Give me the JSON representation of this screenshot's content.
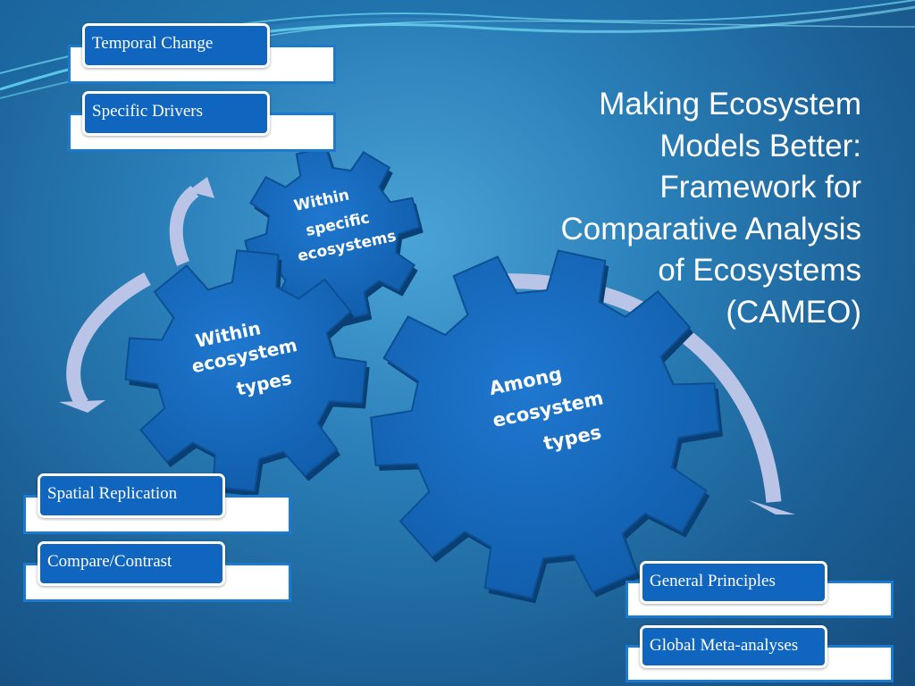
{
  "title": "Making Ecosystem\nModels Better:\nFramework for\nComparative Analysis\nof  Ecosystems\n(CAMEO)",
  "gears": {
    "top": [
      "Within",
      "specific",
      "ecosystems"
    ],
    "left": [
      "Within",
      "ecosystem",
      "types"
    ],
    "big": [
      "Among",
      "ecosystem",
      "types"
    ]
  },
  "boxes": {
    "temporal_change": "Temporal Change",
    "specific_drivers": "Specific Drivers",
    "spatial_replication": "Spatial Replication",
    "compare_contrast": "Compare/Contrast",
    "general_principles": "General Principles",
    "global_meta_analyses": "Global Meta-analyses"
  },
  "colors": {
    "background": "#2a7fb8",
    "gear_fill": "#1566b8",
    "box_fill": "#1066bf",
    "arrow": "#b9c4e6"
  }
}
